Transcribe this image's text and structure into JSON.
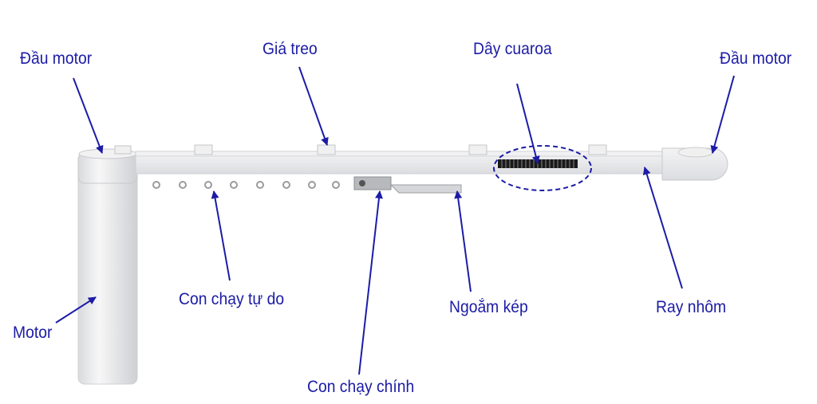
{
  "labels": {
    "motor_head_left": "Đầu motor",
    "hanger": "Giá treo",
    "belt": "Dây cuaroa",
    "motor_head_right": "Đầu motor",
    "free_runner": "Con chạy tự do",
    "double_hook": "Ngoắm kép",
    "aluminium_rail": "Ray nhôm",
    "motor": "Motor",
    "main_runner": "Con chạy chính"
  },
  "colors": {
    "label": "#1c1ca6",
    "arrow": "#1c1ca6",
    "rail": "#e9eaec"
  }
}
